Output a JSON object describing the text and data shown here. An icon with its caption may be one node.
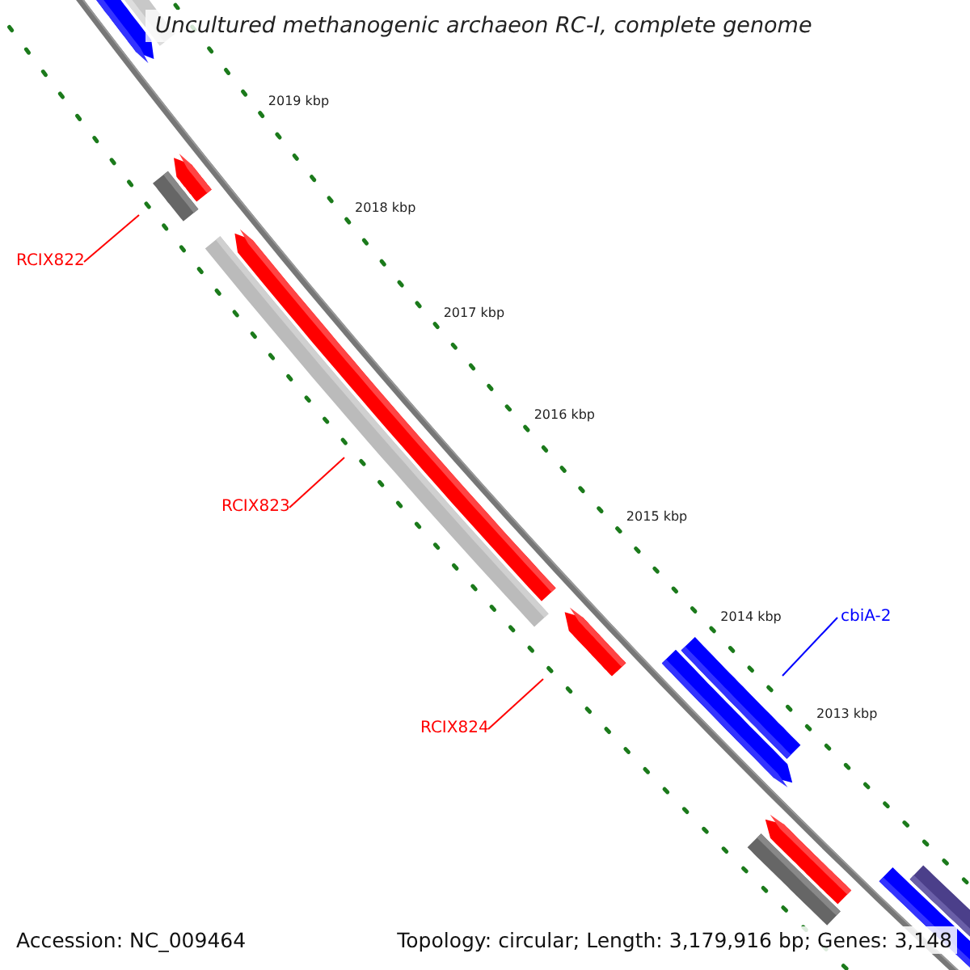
{
  "diagram": {
    "title": "Uncultured methanogenic archaeon RC-I, complete genome",
    "nodes": [
      {
        "text": [
          "RCIX822"
        ]
      },
      {
        "text": [
          "RCIX823"
        ]
      },
      {
        "text": [
          "RCIX824"
        ]
      },
      {
        "text": [
          "cbiA-2"
        ]
      }
    ],
    "edges": [
      {
        "from": 0,
        "to": null,
        "arrow": "none"
      },
      {
        "from": 1,
        "to": null,
        "arrow": "none"
      },
      {
        "from": 2,
        "to": null,
        "arrow": "none"
      },
      {
        "from": 3,
        "to": null,
        "arrow": "none",
        "color": "#0000ff"
      }
    ],
    "labels": [
      "2019 kbp",
      "2018 kbp",
      "2017 kbp",
      "2016 kbp",
      "2015 kbp",
      "2014 kbp",
      "2013 kbp",
      "Accession: NC_009464",
      "Topology: circular; Length: 3,179,916 bp; Genes: 3,148"
    ]
  }
}
